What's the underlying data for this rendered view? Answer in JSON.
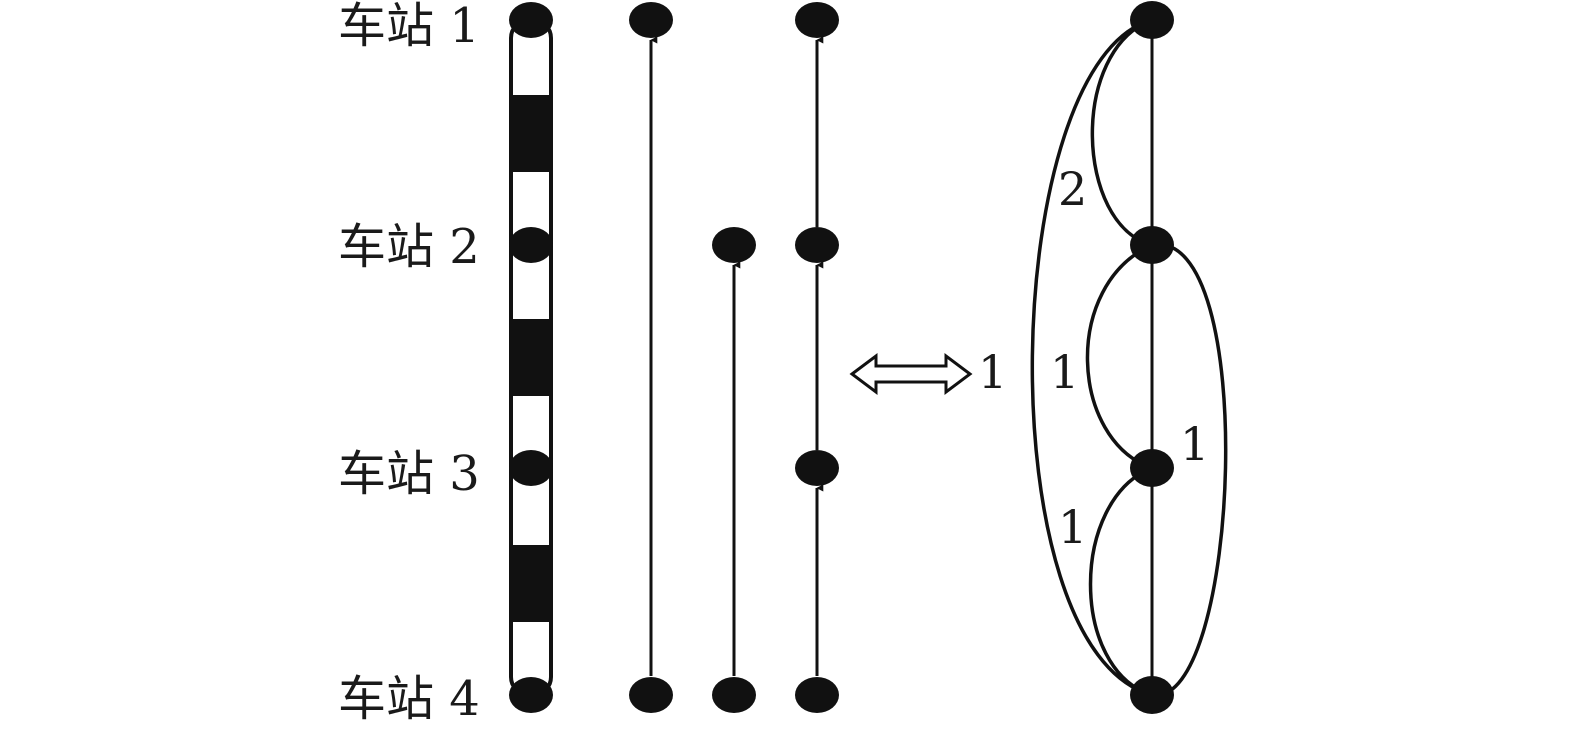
{
  "stations": [
    {
      "label": "车站 1"
    },
    {
      "label": "车站 2"
    },
    {
      "label": "车站 3"
    },
    {
      "label": "车站 4"
    }
  ],
  "connections": [
    {
      "from": "车站 4",
      "to": "车站 1"
    },
    {
      "from": "车站 4",
      "to": "车站 2"
    },
    {
      "from": "车站 4",
      "to": "车站 3"
    },
    {
      "from": "车站 3",
      "to": "车站 2"
    },
    {
      "from": "车站 2",
      "to": "车站 1"
    }
  ],
  "graph_edge_labels": {
    "s1_s2": "2",
    "s1_s4": "1",
    "s2_s3": "1",
    "s2_s4": "1",
    "s3_s4": "1"
  },
  "colors": {
    "ink": "#111111",
    "background": "#ffffff"
  },
  "symbols": {
    "equivalence": "double-arrow-icon"
  }
}
